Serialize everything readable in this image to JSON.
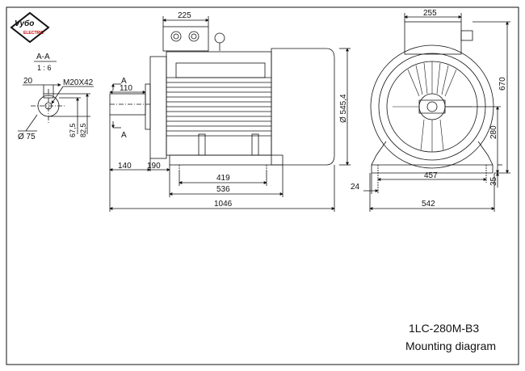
{
  "logo": {
    "main": "Vyбo",
    "sub": "ELECTRIC"
  },
  "section": {
    "label": "A-A",
    "scale": "1 : 6"
  },
  "section_view": {
    "key_width": "20",
    "thread": "M20X42",
    "diameter": "Ø 75",
    "height_small": "67,5",
    "height_large": "82,5"
  },
  "side_view": {
    "top_width": "225",
    "shaft_length": "110",
    "section_marker_top": "A",
    "section_marker_bottom": "A",
    "flange_diameter": "Ø 545,4",
    "foot_offset": "140",
    "shaft_to_foot": "190",
    "foot_spacing": "419",
    "foot_length": "536",
    "overall_length": "1046"
  },
  "front_view": {
    "box_width": "255",
    "overall_height": "670",
    "shaft_height": "280",
    "foot_thickness": "35",
    "foot_width": "24",
    "hole_spacing": "457",
    "overall_width": "542"
  },
  "title_block": {
    "model": "1LC-280M-B3",
    "subtitle": "Mounting diagram"
  },
  "colors": {
    "line": "#111111",
    "logo_accent": "#cc0000"
  }
}
